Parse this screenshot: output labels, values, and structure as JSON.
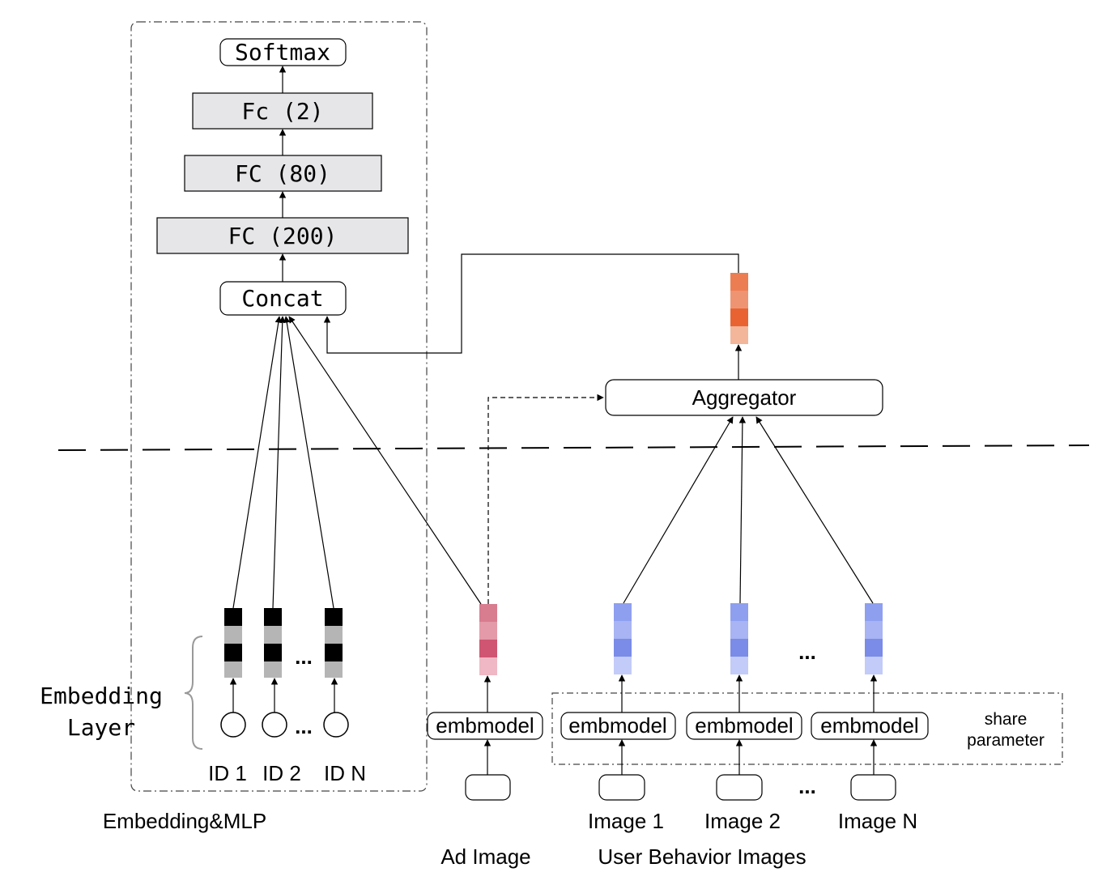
{
  "mlp": {
    "softmax": "Softmax",
    "fc2": "Fc (2)",
    "fc80": "FC (80)",
    "fc200": "FC (200)",
    "concat": "Concat",
    "group_label": "Embedding&MLP"
  },
  "embedding_layer": {
    "label_line1": "Embedding",
    "label_line2": "Layer",
    "ellipsis": "...",
    "ids": [
      "ID 1",
      "ID 2",
      "ID N"
    ]
  },
  "aggregator": {
    "label": "Aggregator"
  },
  "ad": {
    "embmodel": "embmodel",
    "label": "Ad Image"
  },
  "user": {
    "embmodels": [
      "embmodel",
      "embmodel",
      "embmodel"
    ],
    "images": [
      "Image 1",
      "Image 2",
      "Image N"
    ],
    "share_line1": "share",
    "share_line2": "parameter",
    "group_label": "User Behavior Images",
    "ellipsis": "..."
  },
  "colors": {
    "id_dark": "#000000",
    "id_light": "#b5b5b5",
    "ad_colors": [
      "#d87c8f",
      "#e49aa8",
      "#cf5572",
      "#efb8c4"
    ],
    "user_colors": [
      "#8f9ff0",
      "#a8b4f3",
      "#7a8ce8",
      "#c3cbf8"
    ],
    "agg_colors": [
      "#ec7d52",
      "#ef9472",
      "#e96332",
      "#f3b69a"
    ],
    "fc_fill": "#e6e6e9"
  }
}
